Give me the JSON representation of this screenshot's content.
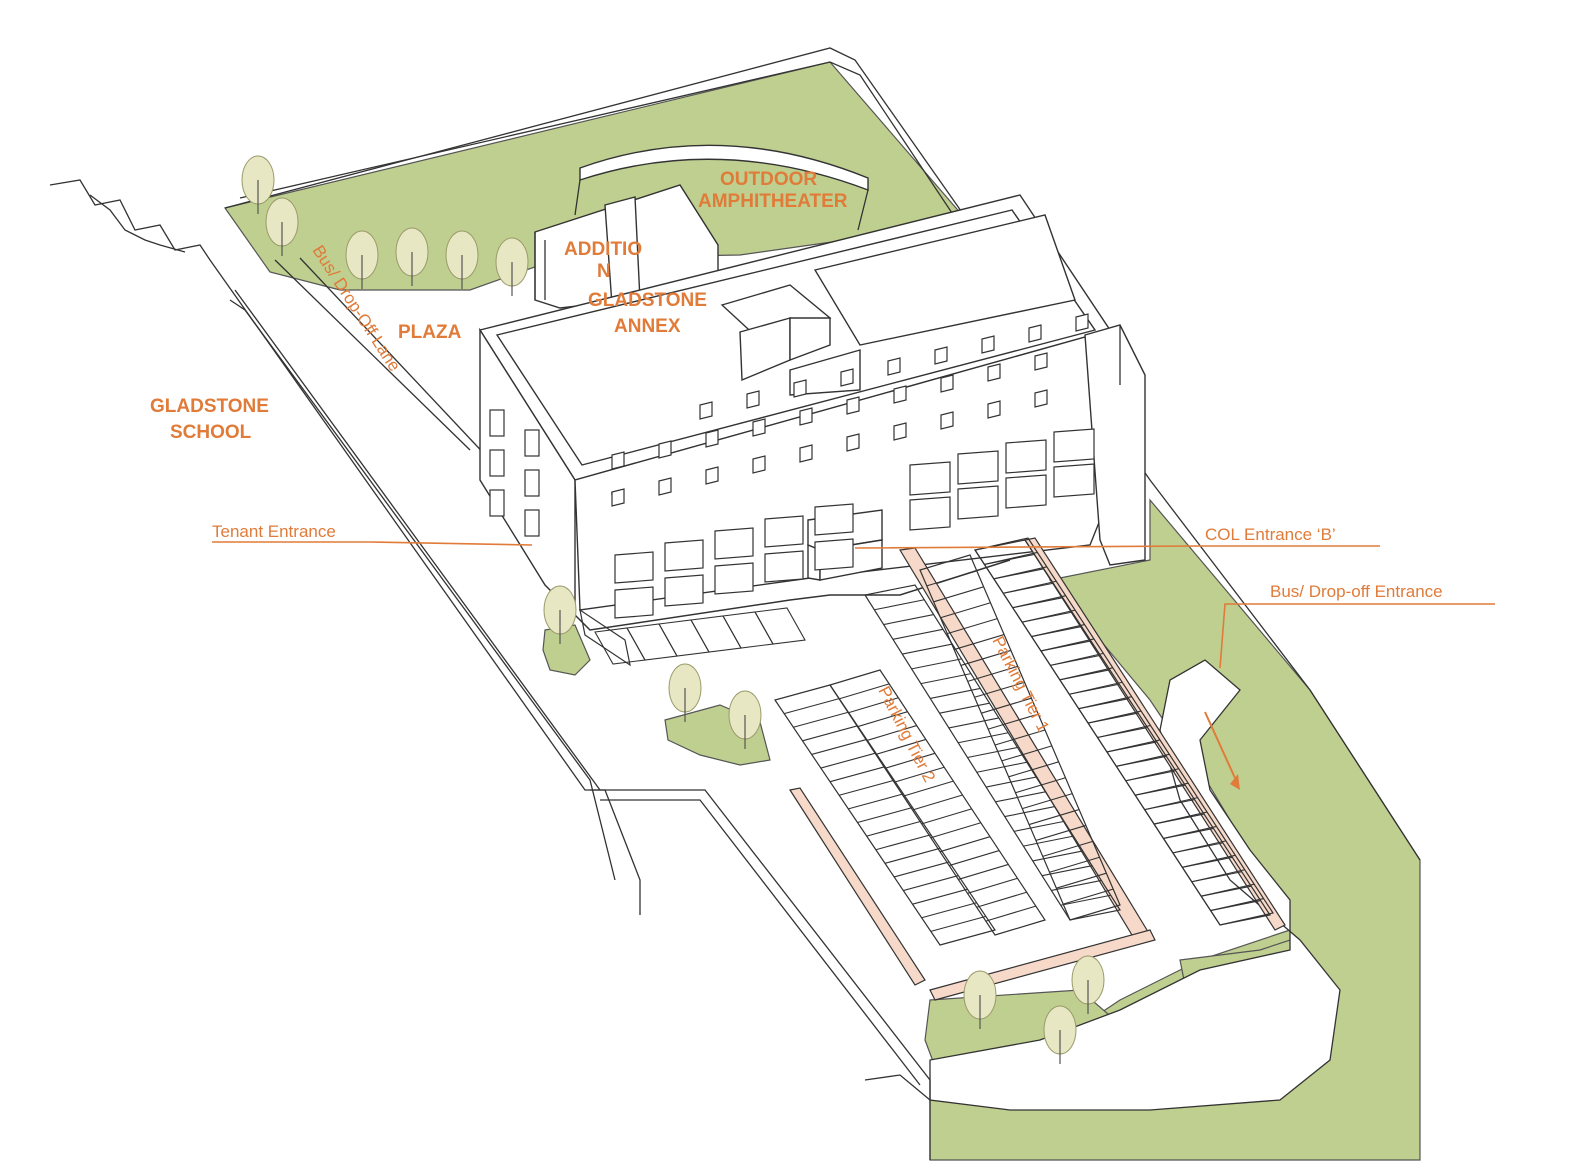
{
  "labels": {
    "outdoor": "OUTDOOR",
    "amphitheater": "AMPHITHEATER",
    "additio": "ADDITIO",
    "n": "N",
    "gladstone_annex_1": "GLADSTONE",
    "gladstone_annex_2": "ANNEX",
    "plaza": "PLAZA",
    "bus_lane": "Bus/ Drop-Off Lane",
    "gladstone_school_1": "GLADSTONE",
    "gladstone_school_2": "SCHOOL",
    "tenant_entrance": "Tenant Entrance",
    "col_entrance": "COL Entrance ‘B’",
    "bus_entrance": "Bus/ Drop-off Entrance",
    "parking_tier_1": "Parking Tier 1",
    "parking_tier_2": "Parking Tier 2"
  },
  "colors": {
    "label": "#e07b39",
    "lawn": "#bfcf90",
    "ramp": "#f6d9c9",
    "line": "#333333"
  }
}
